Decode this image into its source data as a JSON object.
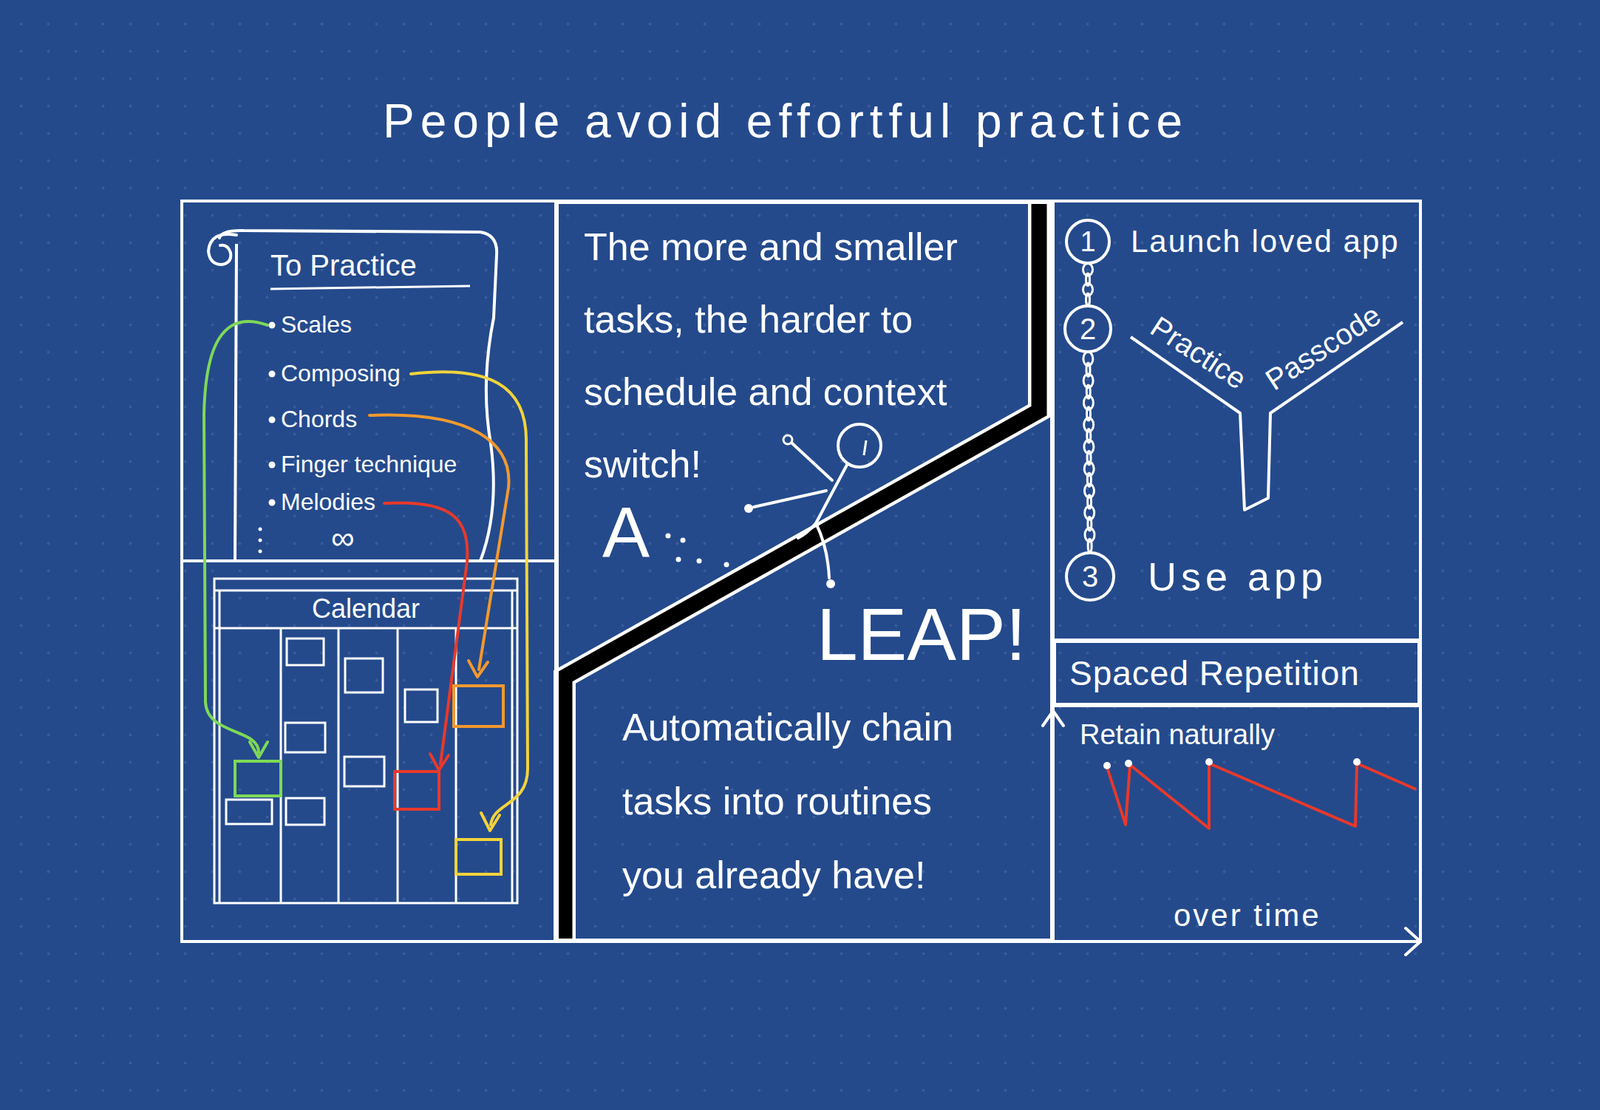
{
  "diagram": {
    "title": "People avoid effortful practice",
    "nodes": [
      {
        "text": [
          "To Practice",
          "Scales",
          "Composing",
          "Chords",
          "Finger technique",
          "Melodies",
          "∞"
        ]
      },
      {
        "text": [
          "Calendar"
        ]
      },
      {
        "text": [
          "The more and smaller tasks, the harder to schedule and context switch!",
          "Automatically chain tasks into routines you already have!"
        ]
      },
      {
        "text": [
          "1",
          "Launch loved app"
        ]
      },
      {
        "text": [
          "2"
        ]
      },
      {
        "text": [
          "3",
          "Use app"
        ]
      },
      {
        "text": [
          "Spaced Repetition"
        ]
      }
    ],
    "edges": [
      {
        "from": 3,
        "to": 4,
        "arrow": "none"
      },
      {
        "from": 4,
        "to": 5,
        "arrow": "none"
      }
    ],
    "labels": [
      "A",
      "LEAP!",
      "Practice",
      "Passcode",
      "Retain naturally",
      "over time"
    ]
  }
}
